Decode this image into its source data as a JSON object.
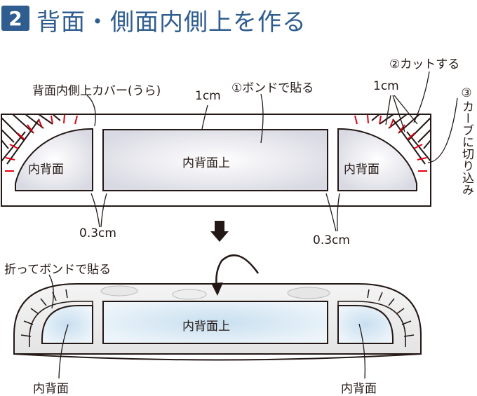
{
  "header": {
    "step_number": "2",
    "title": "背面・側面内側上を作る"
  },
  "top": {
    "cover_label": "背面内側上カバー(うら)",
    "glue_label": "①ボンドで貼る",
    "cut_label": "②カットする",
    "seam_left": "1cm",
    "seam_right": "1cm",
    "notch_label": "③カーブに切り込み",
    "gap_left": "0.3cm",
    "gap_right": "0.3cm",
    "panel_left": "内背面",
    "panel_center": "内背面上",
    "panel_right": "内背面"
  },
  "bottom": {
    "fold_label": "折ってボンドで貼る",
    "panel_center": "内背面上",
    "panel_left": "内背面",
    "panel_right": "内背面"
  },
  "colors": {
    "accent": "#2f5d8f",
    "notch": "#e60012",
    "panel": "#e6e6ec",
    "panel_blue": "#d8e8f2"
  }
}
